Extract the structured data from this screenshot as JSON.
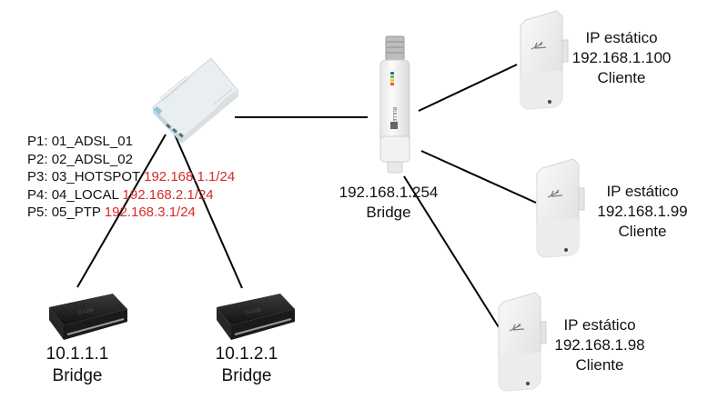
{
  "colors": {
    "line": "#000000",
    "text": "#111111",
    "ip_highlight": "#d62b2b"
  },
  "router": {
    "icon": "mikrotik-router-icon",
    "ports": [
      {
        "port": "P1:",
        "name": "01_ADSL_01",
        "ip": ""
      },
      {
        "port": "P2:",
        "name": "02_ADSL_02",
        "ip": ""
      },
      {
        "port": "P3:",
        "name": "03_HOTSPOT",
        "ip": "192.168.1.1/24"
      },
      {
        "port": "P4:",
        "name": "04_LOCAL",
        "ip": "192.168.2.1/24"
      },
      {
        "port": "P5:",
        "name": "05_PTP",
        "ip": "192.168.3.1/24"
      }
    ]
  },
  "bullet": {
    "icon": "bullet-access-point-icon",
    "ip": "192.168.1.254",
    "mode": "Bridge"
  },
  "modems": [
    {
      "icon": "dlink-modem-icon",
      "ip": "10.1.1.1",
      "mode": "Bridge"
    },
    {
      "icon": "dlink-modem-icon",
      "ip": "10.1.2.1",
      "mode": "Bridge"
    }
  ],
  "clients": [
    {
      "icon": "nanostation-cpe-icon",
      "title": "IP estático",
      "ip": "192.168.1.100",
      "role": "Cliente"
    },
    {
      "icon": "nanostation-cpe-icon",
      "title": "IP estático",
      "ip": "192.168.1.99",
      "role": "Cliente"
    },
    {
      "icon": "nanostation-cpe-icon",
      "title": "IP estático",
      "ip": "192.168.1.98",
      "role": "Cliente"
    }
  ],
  "links": [
    {
      "from": "router",
      "to": "bullet"
    },
    {
      "from": "router",
      "to": "modem-1"
    },
    {
      "from": "router",
      "to": "modem-2"
    },
    {
      "from": "bullet",
      "to": "client-1"
    },
    {
      "from": "bullet",
      "to": "client-2"
    },
    {
      "from": "bullet",
      "to": "client-3"
    }
  ]
}
